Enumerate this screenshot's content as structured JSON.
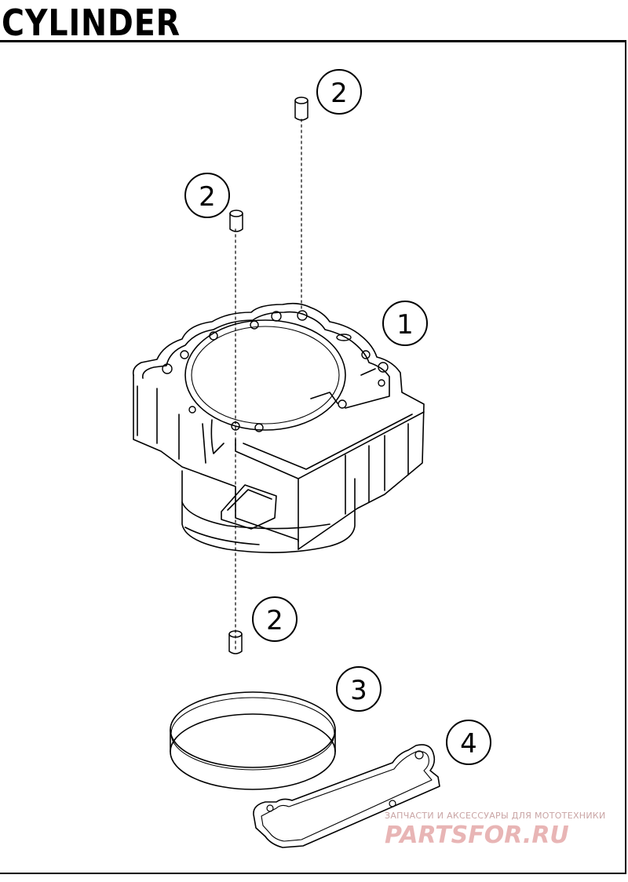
{
  "title": "CYLINDER",
  "callouts": [
    {
      "label": "1",
      "part": "cylinder"
    },
    {
      "label": "2",
      "part": "dowel pin"
    },
    {
      "label": "2",
      "part": "dowel pin"
    },
    {
      "label": "2",
      "part": "dowel pin"
    },
    {
      "label": "3",
      "part": "o-ring"
    },
    {
      "label": "4",
      "part": "gasket"
    }
  ],
  "watermark": {
    "tagline": "ЗАПЧАСТИ И АКСЕССУАРЫ ДЛЯ МОТОТЕХНИКИ",
    "brand": "PARTSFOR.RU"
  },
  "colors": {
    "line": "#000000",
    "background": "#ffffff",
    "watermark": "#e8b5b5"
  }
}
